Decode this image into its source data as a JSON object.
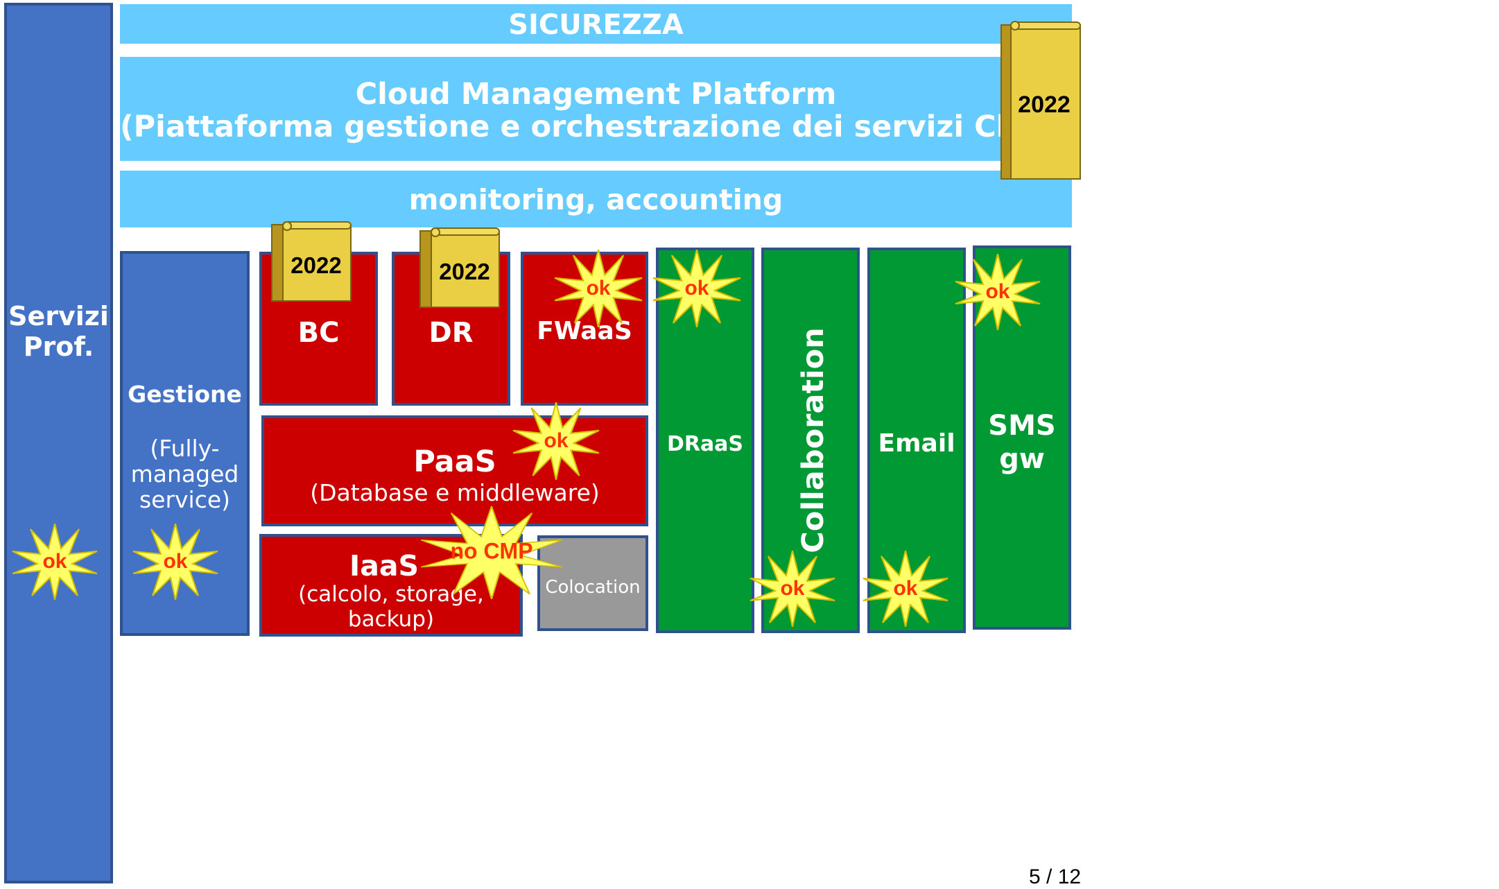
{
  "header": {
    "security": "SICUREZZA"
  },
  "cmp": {
    "line1": "Cloud Management Platform",
    "line2": "(Piattaforma gestione e orchestrazione dei servizi Cloud)"
  },
  "monitoring": "monitoring, accounting",
  "prof": {
    "line1": "Servizi",
    "line2": "Prof."
  },
  "gestione": {
    "title": "Gestione",
    "line1": "(Fully-",
    "line2": "managed",
    "line3": "service)"
  },
  "services": {
    "bc": "BC",
    "dr": "DR",
    "fwaas": "FWaaS",
    "paas_title": "PaaS",
    "paas_sub": "(Database e middleware)",
    "iaas_title": "IaaS",
    "iaas_sub1": "(calcolo, storage,",
    "iaas_sub2": "backup)",
    "colocation": "Colocation",
    "draas": "DRaaS",
    "collaboration": "Collaboration",
    "email": "Email",
    "sms1": "SMS",
    "sms2": "gw"
  },
  "badges": {
    "ok": "ok",
    "nocmp": "no CMP",
    "year": "2022"
  },
  "page": "5 / 12",
  "colors": {
    "blue": "#4472C4",
    "light_blue": "#66CCFF",
    "red": "#CC0000",
    "green": "#009933",
    "grey": "#999999",
    "star": "#FFFF66",
    "badge_text": "#FF3300",
    "scroll": "#E6C93A"
  }
}
